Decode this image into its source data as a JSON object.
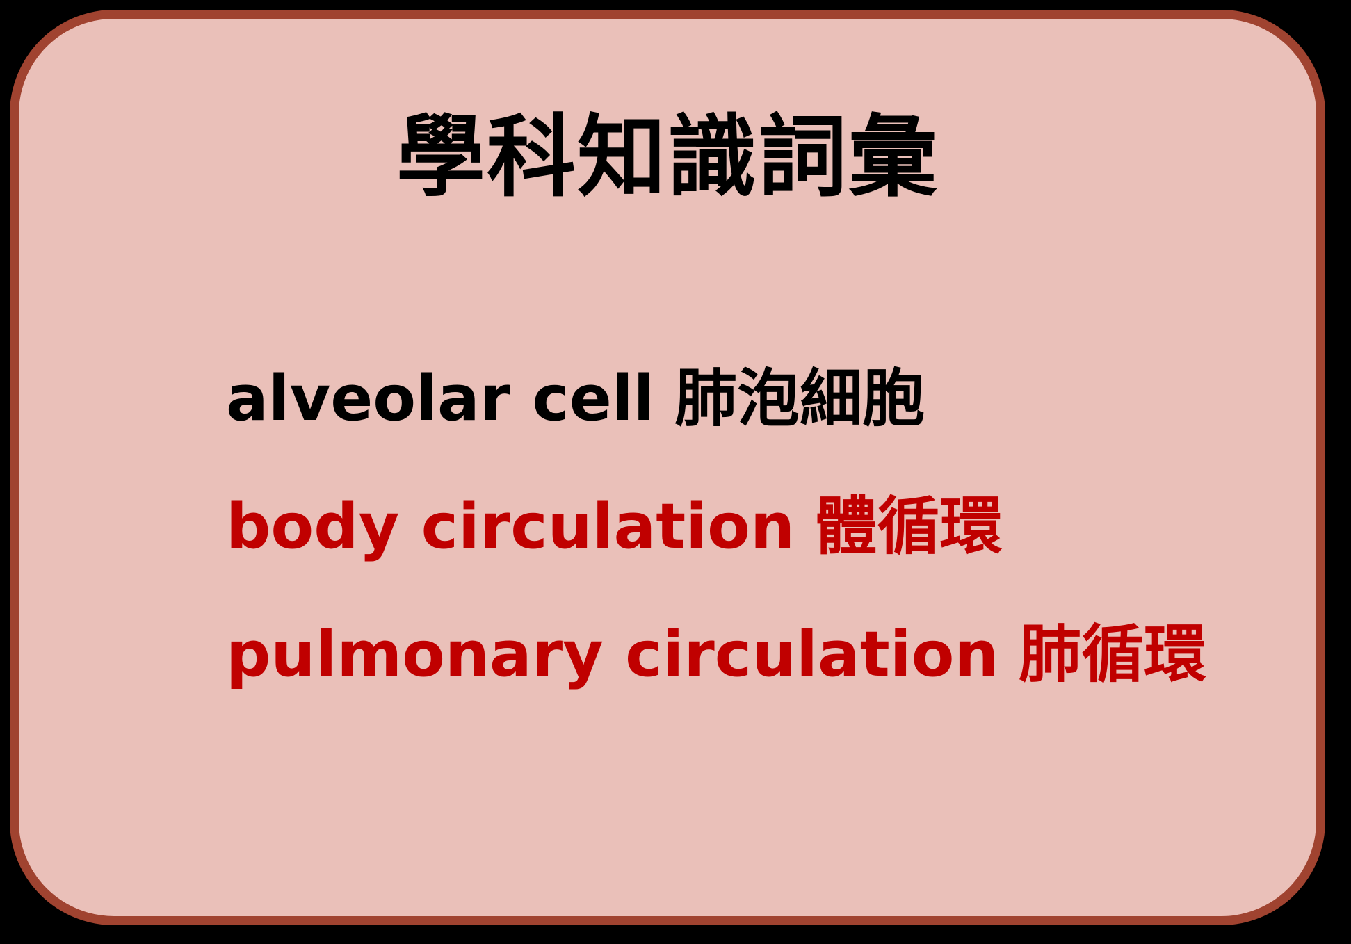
{
  "title": "學科知識詞彙",
  "colors": {
    "background": "#eac0b9",
    "border": "#a04330",
    "title": "#000000",
    "highlight": "#c00000"
  },
  "terms": [
    {
      "english": "alveolar cell",
      "chinese": "肺泡細胞",
      "color": "#000000"
    },
    {
      "english": "body circulation",
      "chinese": "體循環",
      "color": "#c00000"
    },
    {
      "english": "pulmonary circulation",
      "chinese": "肺循環",
      "color": "#c00000"
    }
  ]
}
